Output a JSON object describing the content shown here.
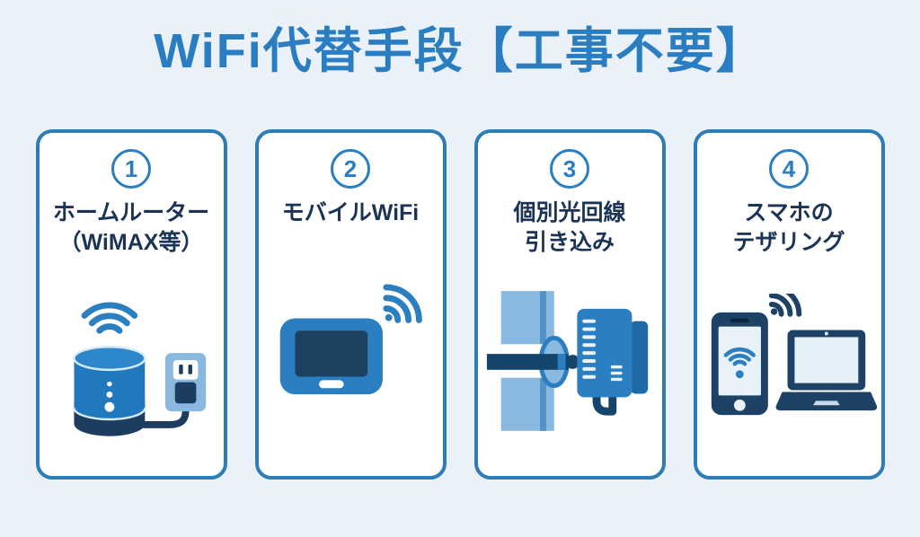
{
  "page": {
    "title": "WiFi代替手段【工事不要】"
  },
  "palette": {
    "background": "#eaf1f8",
    "title_blue": "#2b7dc2",
    "card_border_blue": "#2e7cb5",
    "accent_blue": "#2b7fc0",
    "device_blue": "#2278bc",
    "dark_navy": "#1d3d60",
    "label_navy": "#1b3355",
    "light_blue": "#8ab9e0",
    "screen_light": "#e9f2f9"
  },
  "cards": [
    {
      "number": "1",
      "label": "ホームルーター\n（WiMAX等）",
      "icon": "home-router-icon"
    },
    {
      "number": "2",
      "label": "モバイルWiFi",
      "icon": "mobile-wifi-icon"
    },
    {
      "number": "3",
      "label": "個別光回線\n引き込み",
      "icon": "fiber-line-icon"
    },
    {
      "number": "4",
      "label": "スマホの\nテザリング",
      "icon": "smartphone-tethering-icon"
    }
  ]
}
